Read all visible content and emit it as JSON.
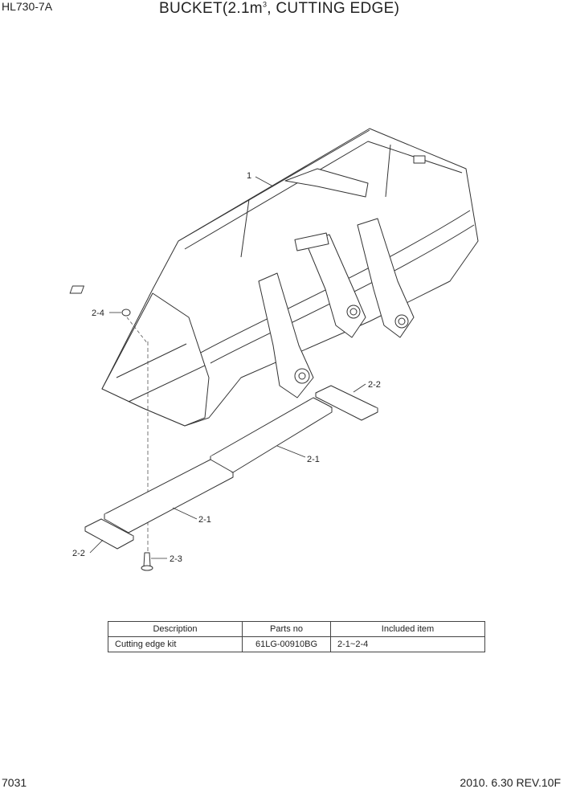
{
  "header": {
    "model": "HL730-7A",
    "title_main": "BUCKET(2.1m",
    "title_sup": "3",
    "title_rest": ", CUTTING EDGE)"
  },
  "callouts": {
    "c1": "1",
    "c2_4": "2-4",
    "c2_2_right": "2-2",
    "c2_1_right": "2-1",
    "c2_1_left": "2-1",
    "c2_2_left": "2-2",
    "c2_3": "2-3"
  },
  "table": {
    "headers": [
      "Description",
      "Parts no",
      "Included item"
    ],
    "rows": [
      [
        "Cutting edge kit",
        "61LG-00910BG",
        "2-1~2-4"
      ]
    ]
  },
  "footer": {
    "page": "7031",
    "revision": "2010. 6.30  REV.10F"
  }
}
